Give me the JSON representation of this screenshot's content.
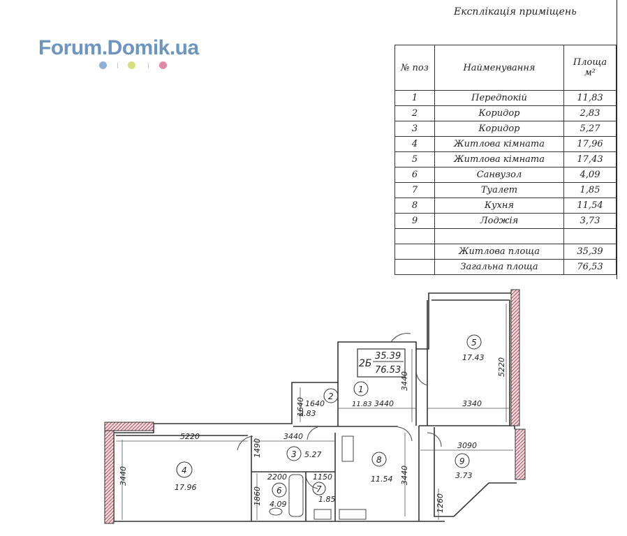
{
  "logo": {
    "text": "Forum.Domik.ua",
    "dot_colors": [
      "#8fb0d6",
      "#d6e07e",
      "#e18aa5"
    ]
  },
  "table": {
    "title": "Експлікація приміщень",
    "headers": {
      "num": "№ поз",
      "name": "Найменування",
      "area": "Площа м²"
    },
    "rows": [
      {
        "num": "1",
        "name": "Передпокій",
        "area": "11,83"
      },
      {
        "num": "2",
        "name": "Коридор",
        "area": "2,83"
      },
      {
        "num": "3",
        "name": "Коридор",
        "area": "5,27"
      },
      {
        "num": "4",
        "name": "Житлова кімната",
        "area": "17,96"
      },
      {
        "num": "5",
        "name": "Житлова кімната",
        "area": "17,43"
      },
      {
        "num": "6",
        "name": "Санвузол",
        "area": "4,09"
      },
      {
        "num": "7",
        "name": "Туалет",
        "area": "1,85"
      },
      {
        "num": "8",
        "name": "Кухня",
        "area": "11,54"
      },
      {
        "num": "9",
        "name": "Лоджія",
        "area": "3,73"
      }
    ],
    "summary": [
      {
        "label": "Житлова площа",
        "value": "35,39"
      },
      {
        "label": "Загальна площа",
        "value": "76,53"
      }
    ]
  },
  "plan": {
    "apartment": {
      "type": "2Б",
      "living": "35.39",
      "total": "76.53"
    },
    "rooms": [
      {
        "num": "1",
        "area": "11.83"
      },
      {
        "num": "2",
        "area": "2.83"
      },
      {
        "num": "3",
        "area": "5.27"
      },
      {
        "num": "4",
        "area": "17.96"
      },
      {
        "num": "5",
        "area": "17.43"
      },
      {
        "num": "6",
        "area": "4.09"
      },
      {
        "num": "7",
        "area": "1.85"
      },
      {
        "num": "8",
        "area": "11.54"
      },
      {
        "num": "9",
        "area": "3.73"
      }
    ],
    "dimensions": {
      "r4_width": "5220",
      "r4_depth": "3440",
      "corridor3_width": "3440",
      "corridor3_depth": "1490",
      "corridor2_width": "1640",
      "corridor2_depth": "1640",
      "hall_width": "3440",
      "hall_depth": "3440",
      "r5_width": "3340",
      "r5_depth": "5220",
      "kitchen_depth": "3440",
      "bath_width": "2200",
      "bath_depth": "1860",
      "wc_width": "1150",
      "loggia_width": "3090",
      "loggia_depth": "1260"
    }
  }
}
